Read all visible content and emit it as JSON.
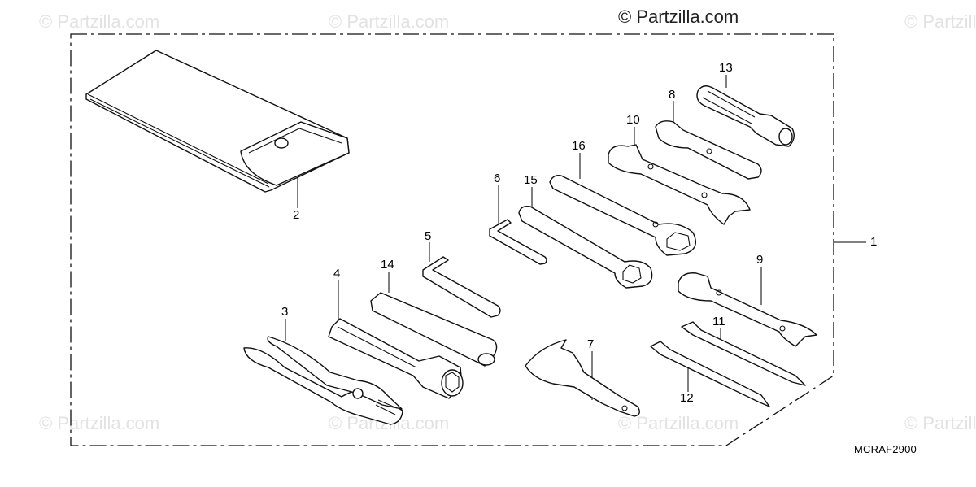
{
  "watermark": {
    "brand": "© Partzilla.com",
    "faint": "© Partzilla.com"
  },
  "diagram": {
    "code": "MCRAF2900",
    "callouts": [
      {
        "id": "1",
        "label": "1"
      },
      {
        "id": "2",
        "label": "2"
      },
      {
        "id": "3",
        "label": "3"
      },
      {
        "id": "4",
        "label": "4"
      },
      {
        "id": "5",
        "label": "5"
      },
      {
        "id": "6",
        "label": "6"
      },
      {
        "id": "7",
        "label": "7"
      },
      {
        "id": "8",
        "label": "8"
      },
      {
        "id": "9",
        "label": "9"
      },
      {
        "id": "10",
        "label": "10"
      },
      {
        "id": "11",
        "label": "11"
      },
      {
        "id": "12",
        "label": "12"
      },
      {
        "id": "13",
        "label": "13"
      },
      {
        "id": "14",
        "label": "14"
      },
      {
        "id": "15",
        "label": "15"
      },
      {
        "id": "16",
        "label": "16"
      }
    ]
  }
}
